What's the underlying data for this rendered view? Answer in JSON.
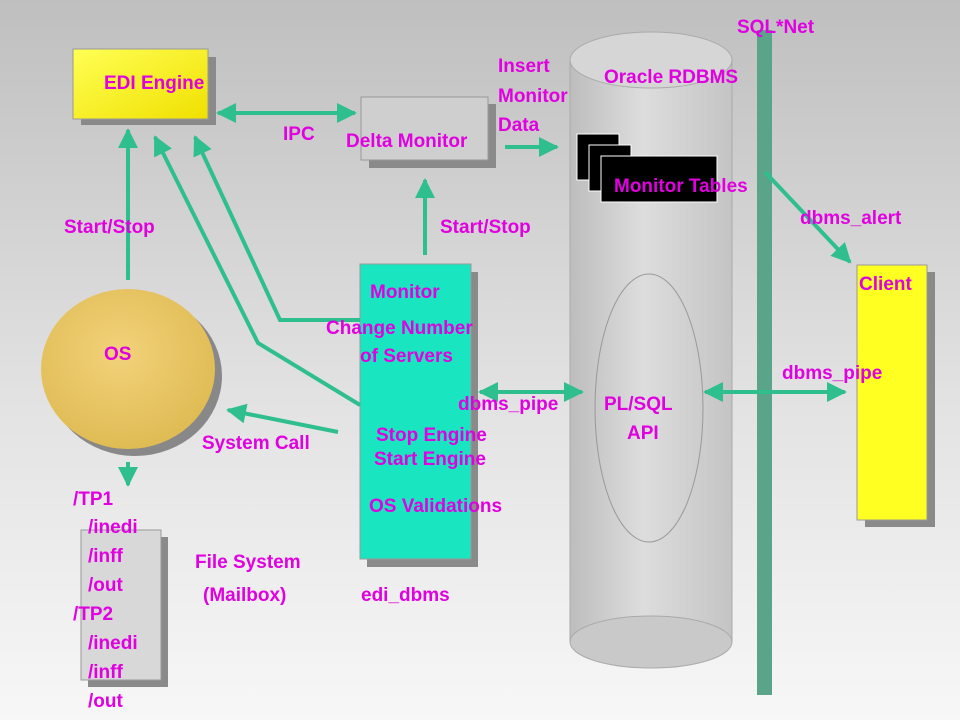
{
  "colors": {
    "arrow": "#2fbf8f",
    "sqlnet_bar": "#5aa58a",
    "db_cylinder": "#d0d0d0",
    "edi_box": "#ffff33",
    "os_ellipse": "#e8c45a",
    "monitor_box": "#19e6c0",
    "client_box": "#ffff22",
    "label_magenta": "#e000e0",
    "label_dark": "#000000",
    "monitor_tables_fill": "#000000",
    "monitor_tables_text": "#e000e0"
  },
  "labels": {
    "edi_engine": "EDI Engine",
    "delta_monitor": "Delta Monitor",
    "ipc": "IPC",
    "insert_monitor_data": [
      "Insert",
      "Monitor",
      "Data"
    ],
    "oracle_rdbms": "Oracle RDBMS",
    "sqlnet": "SQL*Net",
    "monitor_tables": "Monitor Tables",
    "dbms_alert": "dbms_alert",
    "client": "Client",
    "dbms_pipe_right": "dbms_pipe",
    "start_stop_left": "Start/Stop",
    "start_stop_mid": "Start/Stop",
    "monitor": "Monitor",
    "change_number": [
      "Change Number",
      "of Servers"
    ],
    "os": "OS",
    "dbms_pipe_mid": "dbms_pipe",
    "plsql_api": [
      "PL/SQL",
      "API"
    ],
    "system_call": "System Call",
    "stop_engine": "Stop Engine",
    "start_engine": "Start Engine",
    "os_validations": "OS Validations",
    "file_system": [
      "File System",
      "(Mailbox)"
    ],
    "edi_dbms": "edi_dbms",
    "mailbox_paths": [
      "/TP1",
      "/inedi",
      "/inff",
      "/out",
      "/TP2",
      "/inedi",
      "/inff",
      "/out"
    ]
  }
}
